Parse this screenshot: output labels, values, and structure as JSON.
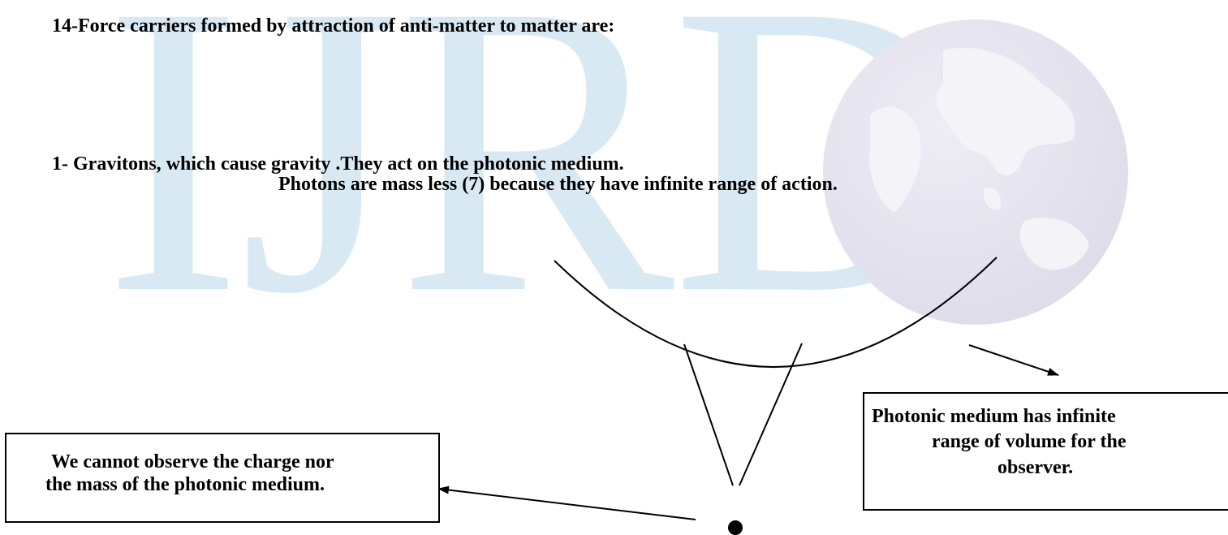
{
  "watermark": {
    "text": "IJRD",
    "text_color": "#d9e9f3",
    "globe_icon": "globe-icon",
    "globe_color": "#e4e3ef"
  },
  "heading": "14-Force carriers formed by attraction of anti-matter to matter are:",
  "item_1": {
    "line_1": "1- Gravitons, which cause gravity .They act on the photonic medium.",
    "line_2": "Photons are mass less (7) because they have infinite range of action."
  },
  "left_box": {
    "line_1": "We cannot observe the charge nor",
    "line_2": "the mass of the photonic medium."
  },
  "right_box": {
    "line_1": "Photonic medium has infinite",
    "line_2": "range of volume for the",
    "line_3": "observer."
  }
}
